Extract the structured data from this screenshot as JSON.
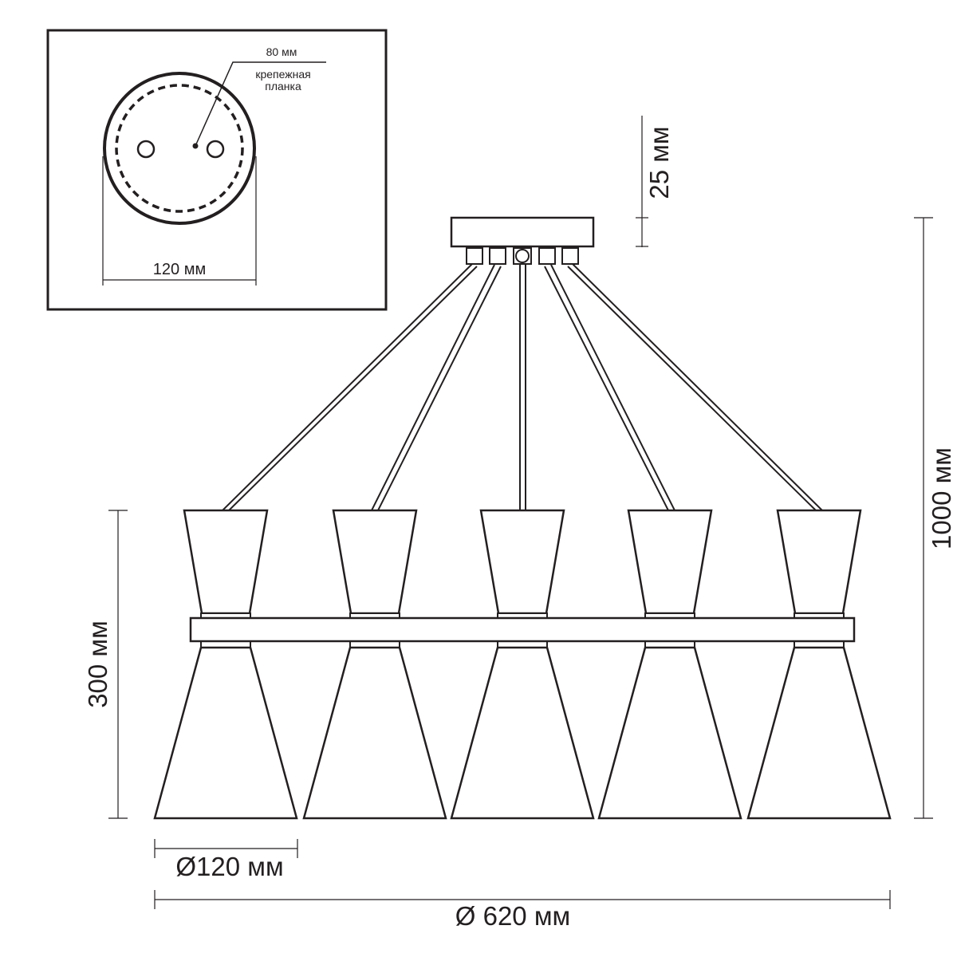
{
  "inset": {
    "label_80": "80 мм",
    "label_plate_line1": "крепежная",
    "label_plate_line2": "планка",
    "label_120": "120 мм"
  },
  "dimensions": {
    "canopy_height": "25 мм",
    "total_height": "1000 мм",
    "shade_height": "300 мм",
    "shade_diameter": "Ø120 мм",
    "overall_diameter": "Ø 620 мм"
  },
  "lamp_count": 5,
  "colors": {
    "line": "#231f20",
    "background": "#ffffff"
  }
}
